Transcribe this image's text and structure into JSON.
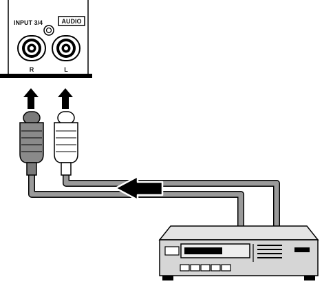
{
  "panel": {
    "input_label": "INPUT 3/4",
    "audio_label": "AUDIO",
    "jack_right_label": "R",
    "jack_left_label": "L"
  },
  "colors": {
    "line": "#000000",
    "cable_gray": "#9a9a9a",
    "plug_dark": "#7a7a7a",
    "plug_light": "#ffffff",
    "device_body": "#dcdcdc"
  },
  "icons": {
    "connection_arrows": "up-arrow",
    "signal_direction": "left-arrow",
    "source_device": "vcr-device"
  }
}
